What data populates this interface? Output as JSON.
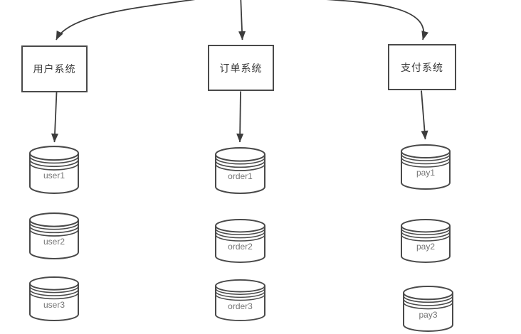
{
  "diagram": {
    "columns": [
      {
        "system": "用户系统",
        "databases": [
          "user1",
          "user2",
          "user3"
        ]
      },
      {
        "system": "订单系统",
        "databases": [
          "order1",
          "order2",
          "order3"
        ]
      },
      {
        "system": "支付系统",
        "databases": [
          "pay1",
          "pay2",
          "pay3"
        ]
      }
    ],
    "edges": [
      {
        "from": "(offscreen top)",
        "to": "用户系统"
      },
      {
        "from": "(offscreen top)",
        "to": "订单系统"
      },
      {
        "from": "(offscreen top)",
        "to": "支付系统"
      },
      {
        "from": "用户系统",
        "to": "user1"
      },
      {
        "from": "订单系统",
        "to": "order1"
      },
      {
        "from": "支付系统",
        "to": "pay1"
      }
    ],
    "colors": {
      "background": "#ffffff",
      "shape_stroke": "#4a4a4a",
      "arrow": "#3c3c3c",
      "system_text": "#383838",
      "database_text": "#757575"
    }
  }
}
